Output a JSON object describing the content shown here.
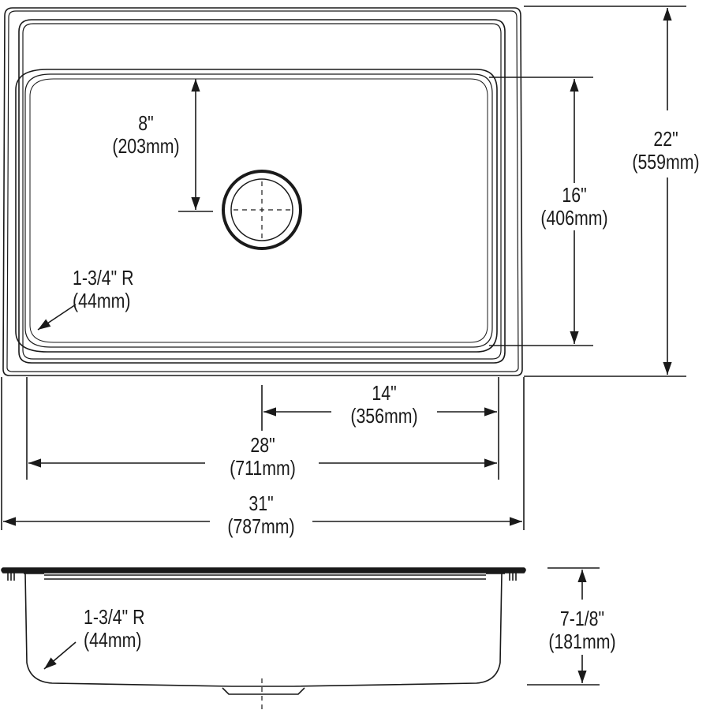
{
  "diagram": {
    "type": "technical-drawing",
    "subject": "single-bowl drop-in sink dimension drawing",
    "line_color": "#1a1a1a",
    "background": "#ffffff"
  },
  "top_view": {
    "dimensions": {
      "drain_offset": {
        "imperial": "8\"",
        "metric": "(203mm)"
      },
      "bowl_length": {
        "imperial": "16\"",
        "metric": "(406mm)"
      },
      "overall_length": {
        "imperial": "22\"",
        "metric": "(559mm)"
      },
      "corner_radius": {
        "imperial": "1-3/4\" R",
        "metric": "(44mm)"
      },
      "drain_to_edge": {
        "imperial": "14\"",
        "metric": "(356mm)"
      },
      "bowl_width": {
        "imperial": "28\"",
        "metric": "(711mm)"
      },
      "overall_width": {
        "imperial": "31\"",
        "metric": "(787mm)"
      }
    }
  },
  "side_view": {
    "dimensions": {
      "corner_radius": {
        "imperial": "1-3/4\" R",
        "metric": "(44mm)"
      },
      "bowl_depth": {
        "imperial": "7-1/8\"",
        "metric": "(181mm)"
      }
    }
  }
}
